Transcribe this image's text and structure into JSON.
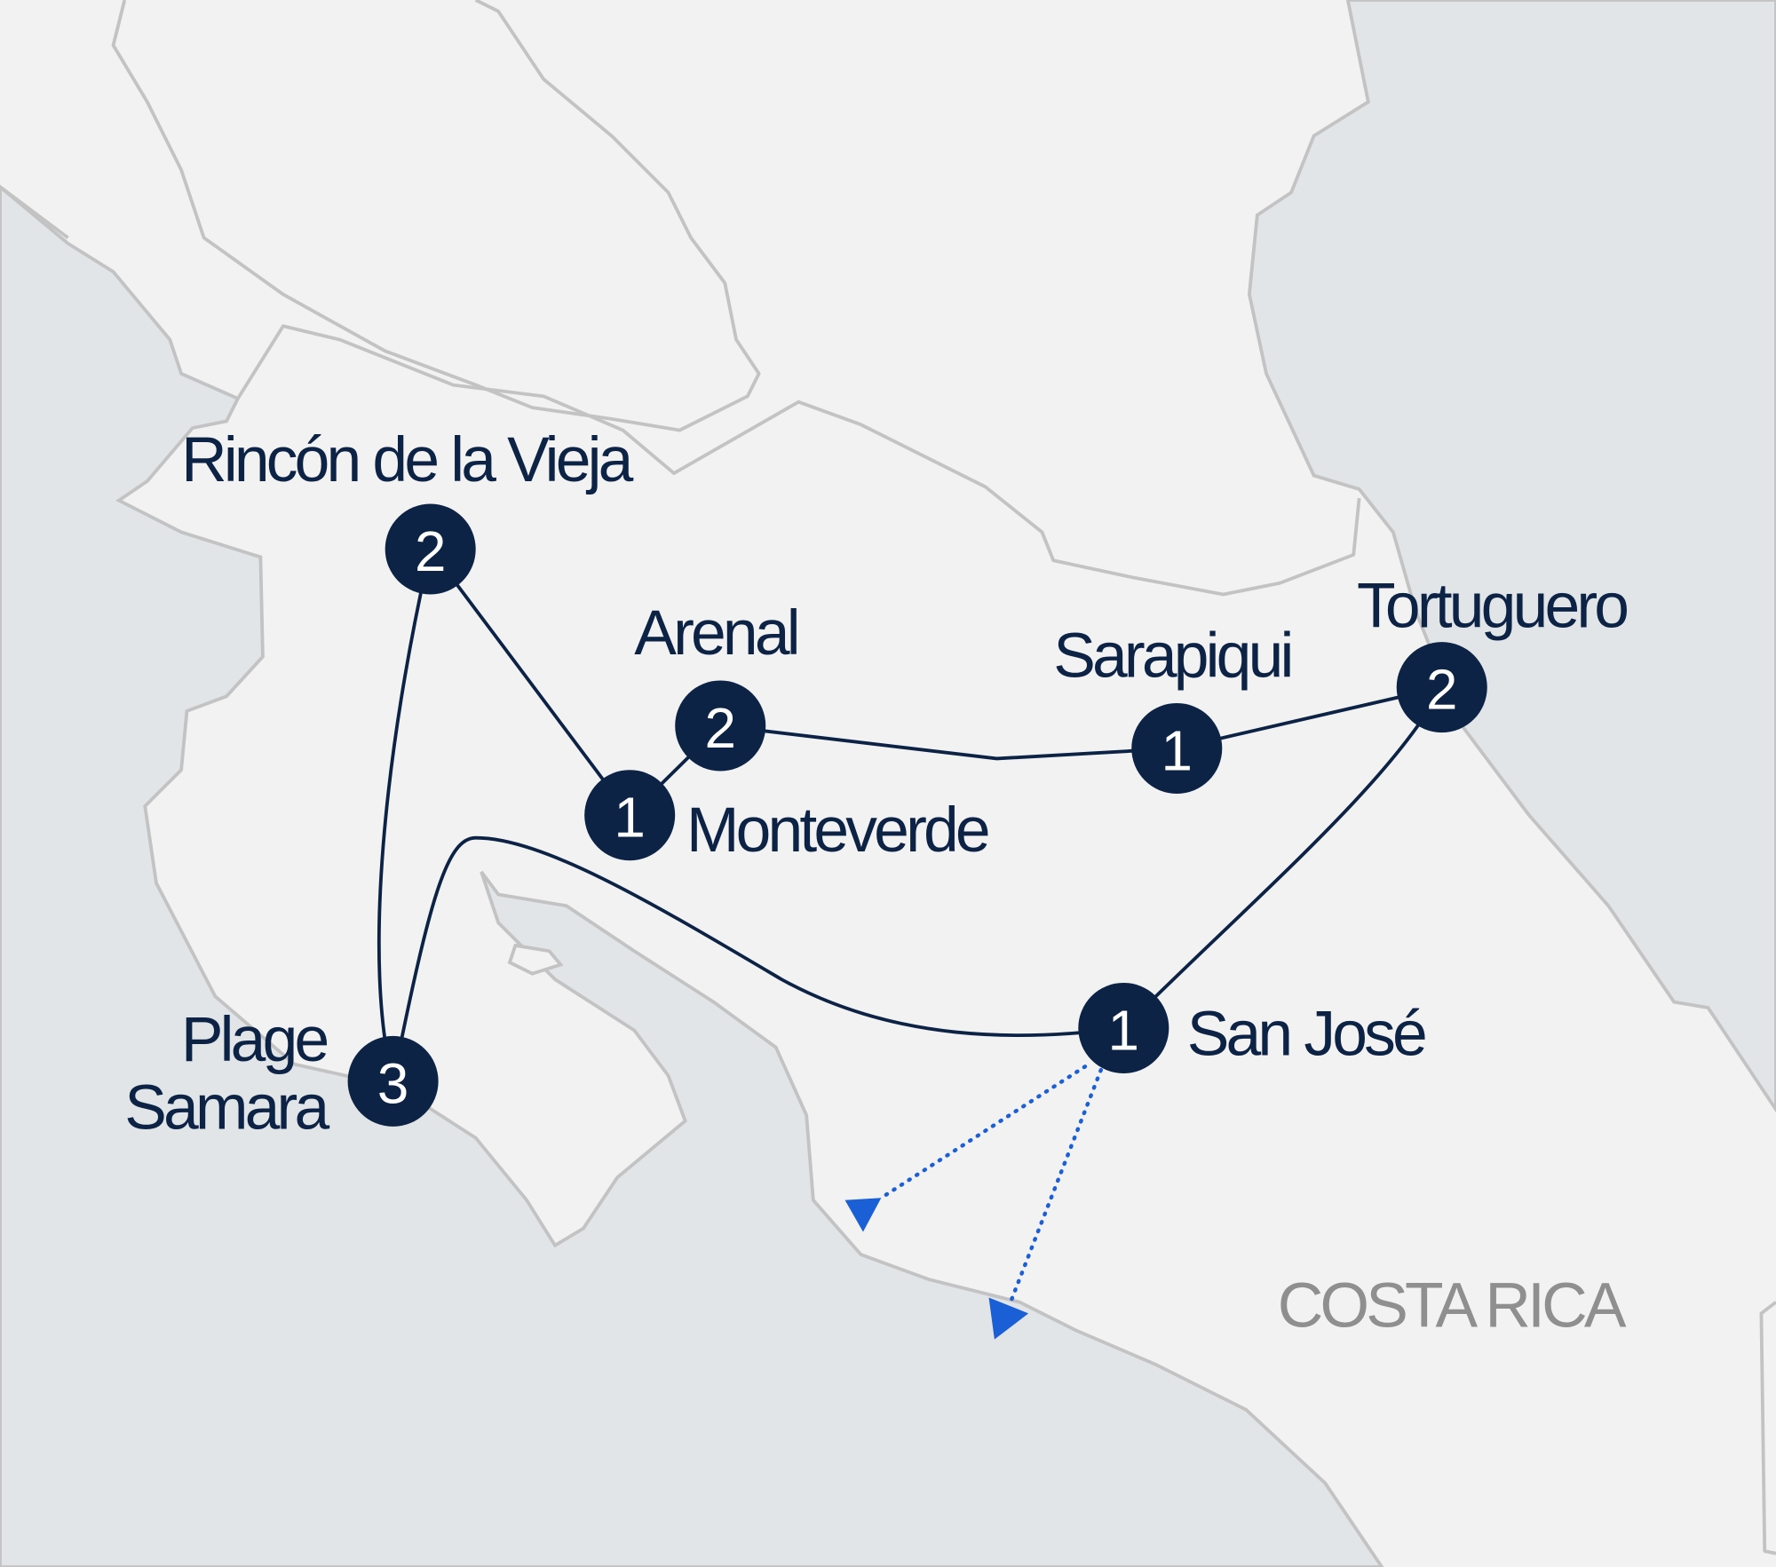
{
  "map": {
    "country_label": "COSTA RICA",
    "colors": {
      "land": "#f2f2f2",
      "water": "#e2e5e8",
      "borders": "#c3c3c3",
      "route": "#0d2346",
      "excursion": "#1a5fd6"
    },
    "stops": [
      {
        "name": "Rincón de la Vieja",
        "nights": "2"
      },
      {
        "name": "Monteverde",
        "nights": "1"
      },
      {
        "name": "Arenal",
        "nights": "2"
      },
      {
        "name": "Sarapiqui",
        "nights": "1"
      },
      {
        "name": "Tortuguero",
        "nights": "2"
      },
      {
        "name": "San José",
        "nights": "1"
      },
      {
        "name_line1": "Plage",
        "name_line2": "Samara",
        "nights": "3"
      }
    ]
  }
}
